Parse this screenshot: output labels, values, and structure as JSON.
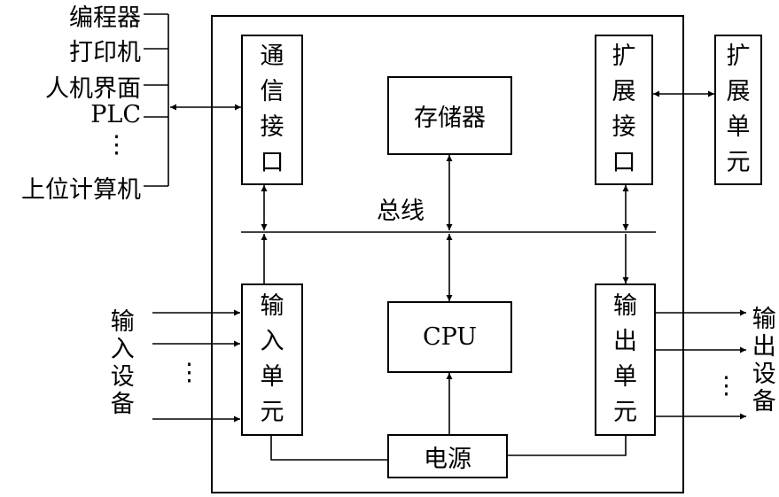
{
  "left_devices": [
    "编程器",
    "打印机",
    "人机界面",
    "PLC",
    "⋮",
    "上位计算机"
  ],
  "blocks": {
    "comm_interface": "通信接口",
    "memory": "存储器",
    "expansion_interface": "扩展接口",
    "expansion_unit": "扩展单元",
    "input_unit": "输入单元",
    "cpu": "CPU",
    "output_unit": "输出单元",
    "power": "电源"
  },
  "bus_label": "总线",
  "input_devices_label": "输入设备",
  "output_devices_label": "输出设备",
  "ellipsis": "⋮"
}
